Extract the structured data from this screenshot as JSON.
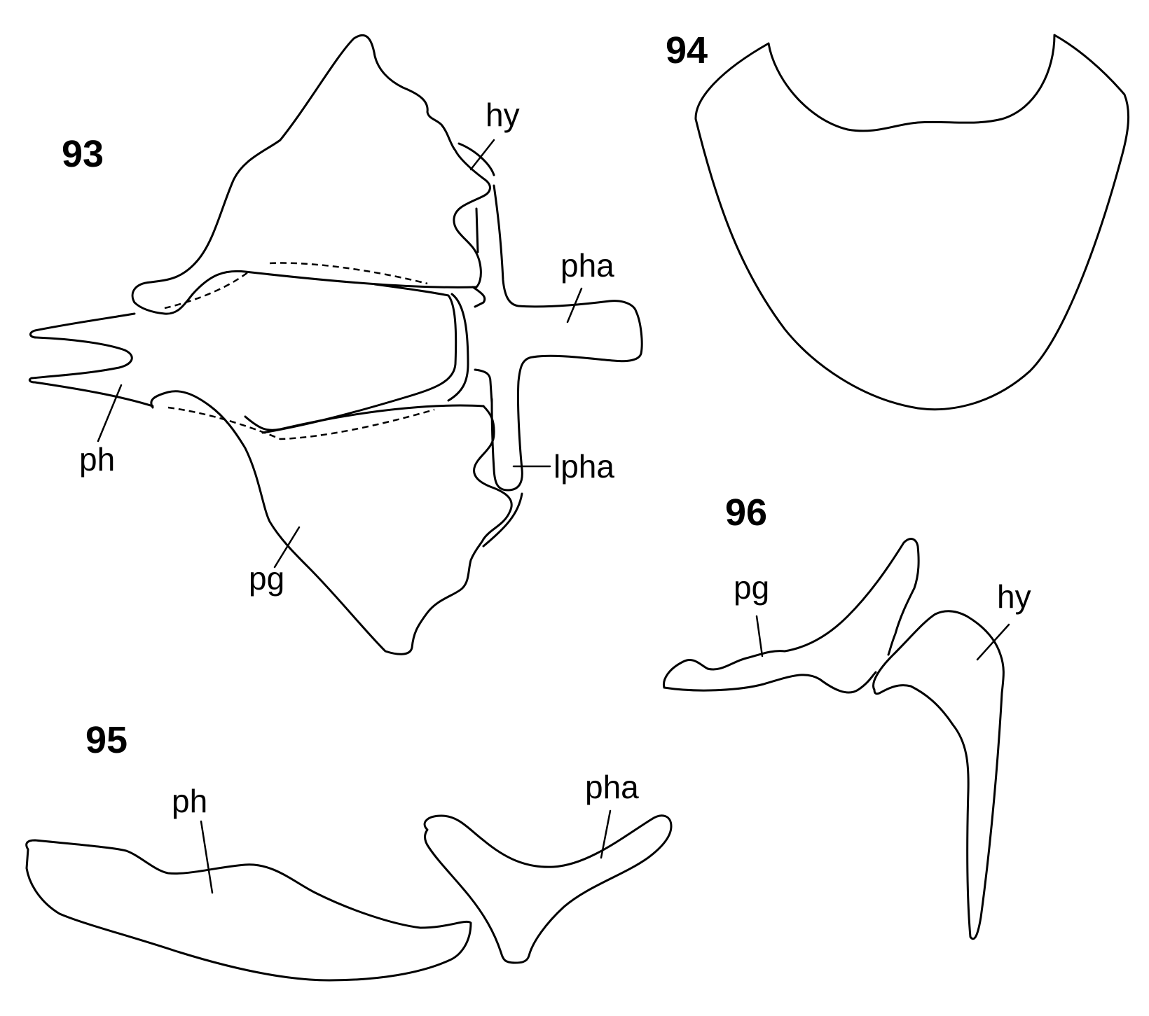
{
  "figures": {
    "f93": {
      "number": "93",
      "labels": {
        "hy": "hy",
        "pha": "pha",
        "ph": "ph",
        "lpha": "lpha",
        "pg": "pg"
      }
    },
    "f94": {
      "number": "94"
    },
    "f95": {
      "number": "95",
      "labels": {
        "ph": "ph",
        "pha": "pha"
      }
    },
    "f96": {
      "number": "96",
      "labels": {
        "pg": "pg",
        "hy": "hy"
      }
    }
  },
  "colors": {
    "stroke": "#000000",
    "background": "#ffffff"
  }
}
